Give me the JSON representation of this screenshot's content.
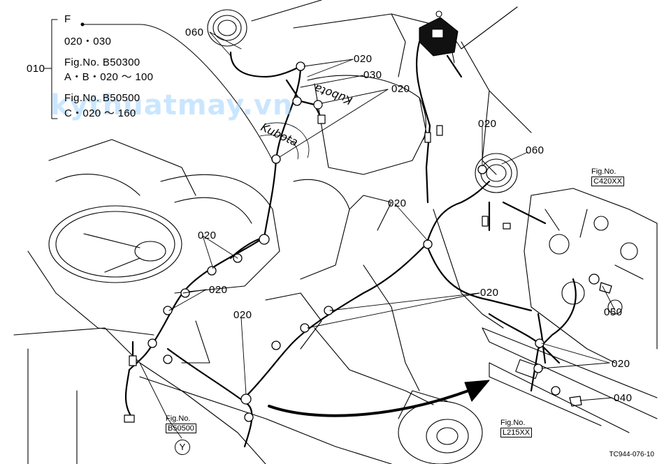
{
  "watermark": "kythuatmay.vn",
  "part_labels": {
    "p010": "010",
    "p020": "020",
    "p030": "030",
    "p040": "040",
    "p050": "050",
    "p060": "060"
  },
  "application_note": {
    "variant": "F",
    "range_f": "020・030",
    "fig_b": "Fig.No. B50300",
    "range_ab": "A・B・020 ～ 100",
    "fig_c": "Fig.No. B50500",
    "range_c": "C・020 ～ 160"
  },
  "fig_refs": {
    "c420_label": "Fig.No.",
    "c420_value": "C420XX",
    "l215_label": "Fig.No.",
    "l215_value": "L215XX",
    "b505_label": "Fig.No.",
    "b505_value": "B50500",
    "view_letter": "Y"
  },
  "drawing_code": "TC944-076-10",
  "brand_mark": "Kubota"
}
